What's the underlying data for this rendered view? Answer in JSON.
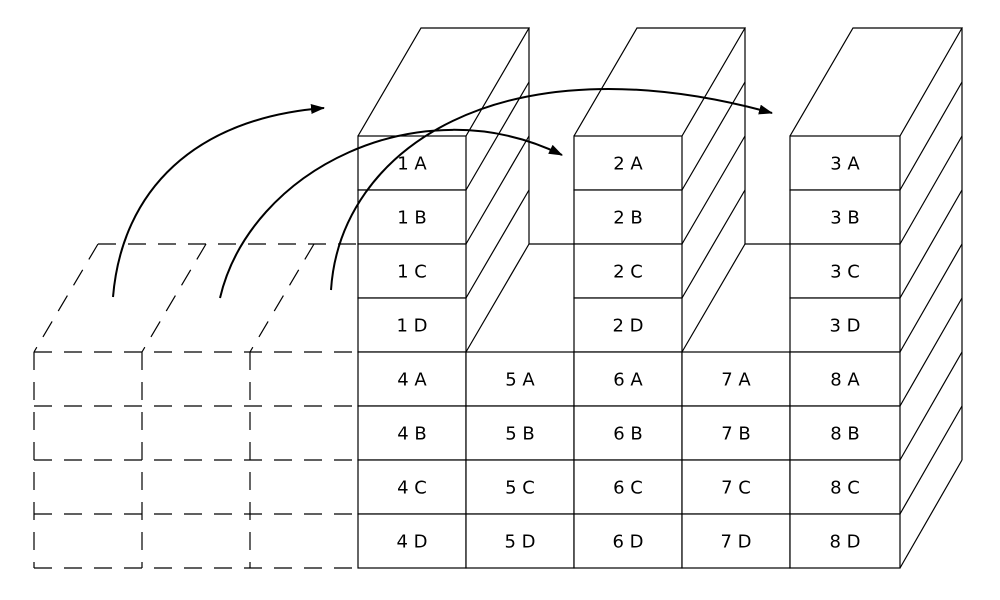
{
  "diagram": {
    "columns": [
      {
        "id": "1",
        "cells": [
          "1 A",
          "1 B",
          "1 C",
          "1 D"
        ]
      },
      {
        "id": "2",
        "cells": [
          "2 A",
          "2 B",
          "2 C",
          "2 D"
        ]
      },
      {
        "id": "3",
        "cells": [
          "3 A",
          "3 B",
          "3 C",
          "3 D"
        ]
      }
    ],
    "base_rows": [
      [
        "4 A",
        "5 A",
        "6 A",
        "7 A",
        "8 A"
      ],
      [
        "4 B",
        "5 B",
        "6 B",
        "7 B",
        "8 B"
      ],
      [
        "4 C",
        "5 C",
        "6 C",
        "7 C",
        "8 C"
      ],
      [
        "4 D",
        "5 D",
        "6 D",
        "7 D",
        "8 D"
      ]
    ]
  }
}
